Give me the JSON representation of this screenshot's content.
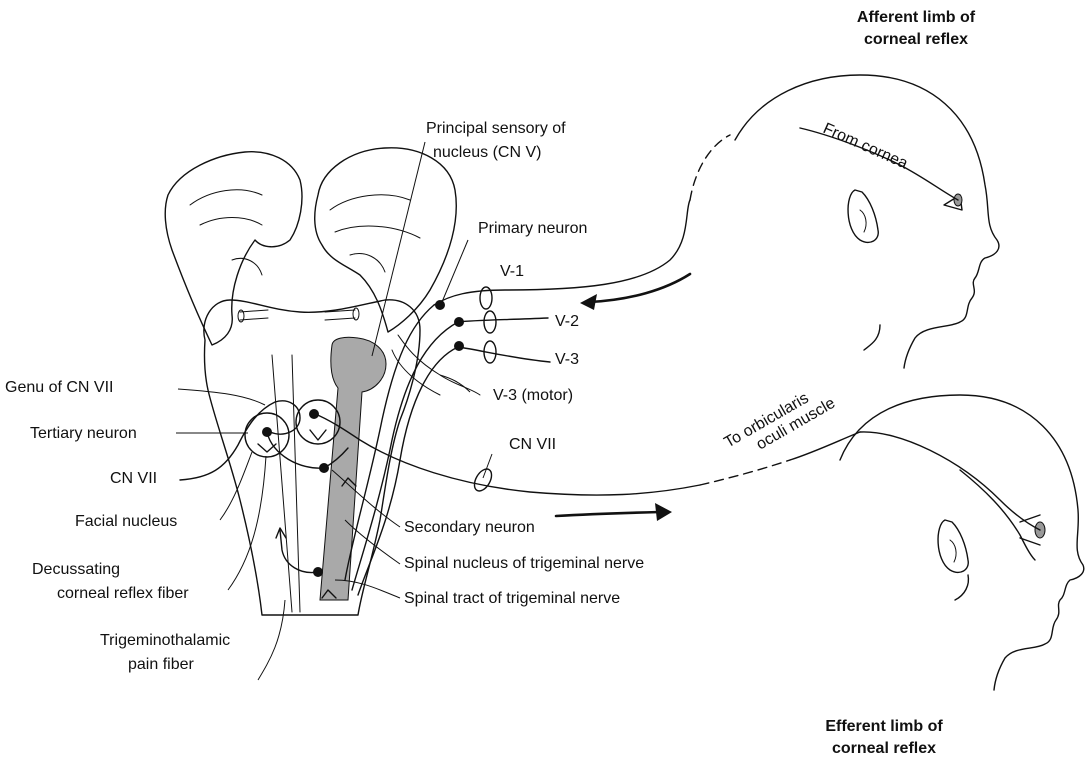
{
  "titles": {
    "afferent_line1": "Afferent limb of",
    "afferent_line2": "corneal reflex",
    "efferent_line1": "Efferent limb of",
    "efferent_line2": "corneal reflex"
  },
  "labels": {
    "principal_line1": "Principal sensory of",
    "principal_line2": "nucleus (CN V)",
    "primary_neuron": "Primary neuron",
    "v1": "V-1",
    "v2": "V-2",
    "v3": "V-3",
    "v3_motor": "V-3 (motor)",
    "genu": "Genu of CN VII",
    "tertiary_neuron": "Tertiary neuron",
    "cn7_left": "CN VII",
    "cn7_right": "CN VII",
    "facial_nucleus": "Facial nucleus",
    "decussating_line1": "Decussating",
    "decussating_line2": "corneal reflex fiber",
    "trigemino_line1": "Trigeminothalamic",
    "trigemino_line2": "pain fiber",
    "secondary_neuron": "Secondary neuron",
    "spinal_nucleus": "Spinal nucleus of trigeminal nerve",
    "spinal_tract": "Spinal tract of trigeminal nerve",
    "from_cornea": "From cornea",
    "orbicularis_line1": "To orbicularis",
    "orbicularis_line2": "oculi muscle"
  }
}
